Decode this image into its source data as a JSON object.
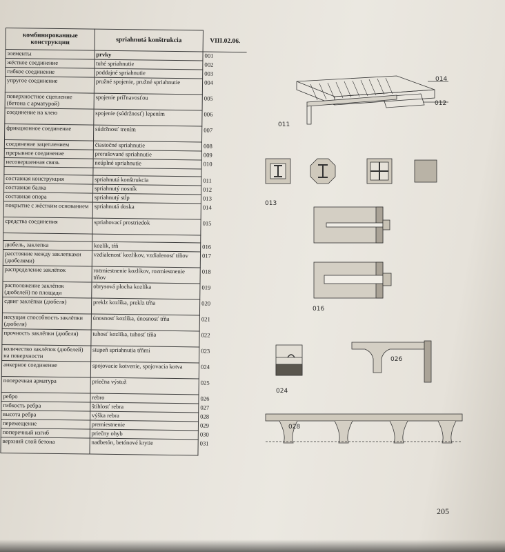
{
  "table": {
    "header": {
      "col1": "комбинированные конструкции",
      "col2": "spriahnutá konštrukcia",
      "col3": "VIII.02.06."
    },
    "rows": [
      {
        "ru": "элементы",
        "sk": "prvky",
        "num": "001",
        "h": "h1",
        "bold": true
      },
      {
        "ru": "жёсткое соединение",
        "sk": "tuhé spriahnutie",
        "num": "002",
        "h": "h1"
      },
      {
        "ru": "гибкое соединение",
        "sk": "poddajné spriahnutie",
        "num": "003",
        "h": "h1"
      },
      {
        "ru": "упругое соединение",
        "sk": "pružné spojenie, pružné spriahnutie",
        "num": "004",
        "h": "h2"
      },
      {
        "ru": "поверхностное сцепление (бетона с арматурой)",
        "sk": "spojenie príľnavosťou",
        "num": "005",
        "h": "h2"
      },
      {
        "ru": "соединение на клею",
        "sk": "spojenie (súdržnosť) lepením",
        "num": "006",
        "h": "h2"
      },
      {
        "ru": "фрикционное соединение",
        "sk": "súdržnosť trením",
        "num": "007",
        "h": "h2"
      },
      {
        "ru": "соединение зацеплением",
        "sk": "čiastočné spriahnutie",
        "num": "008",
        "h": "h1"
      },
      {
        "ru": "прерывное соединение",
        "sk": "prerušované spriahnutie",
        "num": "009",
        "h": "h1"
      },
      {
        "ru": "несовершенная связь",
        "sk": "neúplné spriahnutie",
        "num": "010",
        "h": "h1"
      },
      {
        "ru": "",
        "sk": "",
        "num": "",
        "h": "hb"
      },
      {
        "ru": "составная конструкция",
        "sk": "spriahnutá konštrukcia",
        "num": "011",
        "h": "h1"
      },
      {
        "ru": "составная балка",
        "sk": "spriahnutý nosník",
        "num": "012",
        "h": "h1"
      },
      {
        "ru": "составная опора",
        "sk": "spriahnutý stĺp",
        "num": "013",
        "h": "h1"
      },
      {
        "ru": "покрытие с жёстким основанием",
        "sk": "spriahnutá doska",
        "num": "014",
        "h": "h2"
      },
      {
        "ru": "средства соединения",
        "sk": "spriahovací prostriedok",
        "num": "015",
        "h": "h2"
      },
      {
        "ru": "",
        "sk": "",
        "num": "",
        "h": "hb"
      },
      {
        "ru": "дюбель, заклепка",
        "sk": "kozlík, tŕň",
        "num": "016",
        "h": "h1"
      },
      {
        "ru": "расстояние между заклепками (дюбелями)",
        "sk": "vzdialenosť kozlíkov, vzdialenosť tŕňov",
        "num": "017",
        "h": "h2"
      },
      {
        "ru": "распределение заклёпок",
        "sk": "rozmiestnenie kozlíkov, rozmiestnenie tŕňov",
        "num": "018",
        "h": "h2"
      },
      {
        "ru": "расположение заклёпок (дюбелей) по площади",
        "sk": "obrysová plocha kozlíka",
        "num": "019",
        "h": "h2"
      },
      {
        "ru": "сдвиг заклёпки (дюбеля)",
        "sk": "preklz kozlíka, preklz tŕňa",
        "num": "020",
        "h": "h2"
      },
      {
        "ru": "несущая способность заклёпки (дюбеля)",
        "sk": "únosnosť kozlíka, únosnosť tŕňa",
        "num": "021",
        "h": "h2"
      },
      {
        "ru": "прочность заклёпки (дюбеля)",
        "sk": "tuhosť kozlíka, tuhosť tŕňa",
        "num": "022",
        "h": "h2"
      },
      {
        "ru": "количество заклёпок (дюбелей) на поверхности",
        "sk": "stupeň spriahnutia tŕňmi",
        "num": "023",
        "h": "h2"
      },
      {
        "ru": "анкерное соединение",
        "sk": "spojovacie kotvenie, spojovacia kotva",
        "num": "024",
        "h": "h2"
      },
      {
        "ru": "поперечная арматура",
        "sk": "priečna výstuž",
        "num": "025",
        "h": "h2"
      },
      {
        "ru": "ребро",
        "sk": "rebro",
        "num": "026",
        "h": "h1"
      },
      {
        "ru": "гибкость ребра",
        "sk": "štíhlosť rebra",
        "num": "027",
        "h": "h1"
      },
      {
        "ru": "высота ребра",
        "sk": "výška rebra",
        "num": "028",
        "h": "h1"
      },
      {
        "ru": "перемещение",
        "sk": "premiestnenie",
        "num": "029",
        "h": "h1"
      },
      {
        "ru": "поперечный изгиб",
        "sk": "priečny ohyb",
        "num": "030",
        "h": "h1"
      },
      {
        "ru": "верхний слой бетона",
        "sk": "nadbetón, betónové krytie",
        "num": "031",
        "h": "h2"
      }
    ]
  },
  "figures": {
    "label_014": "014",
    "label_012": "012",
    "label_011": "011",
    "label_013": "013",
    "label_016": "016",
    "label_026": "026",
    "label_024": "024",
    "label_028": "028"
  },
  "page_number": "205"
}
